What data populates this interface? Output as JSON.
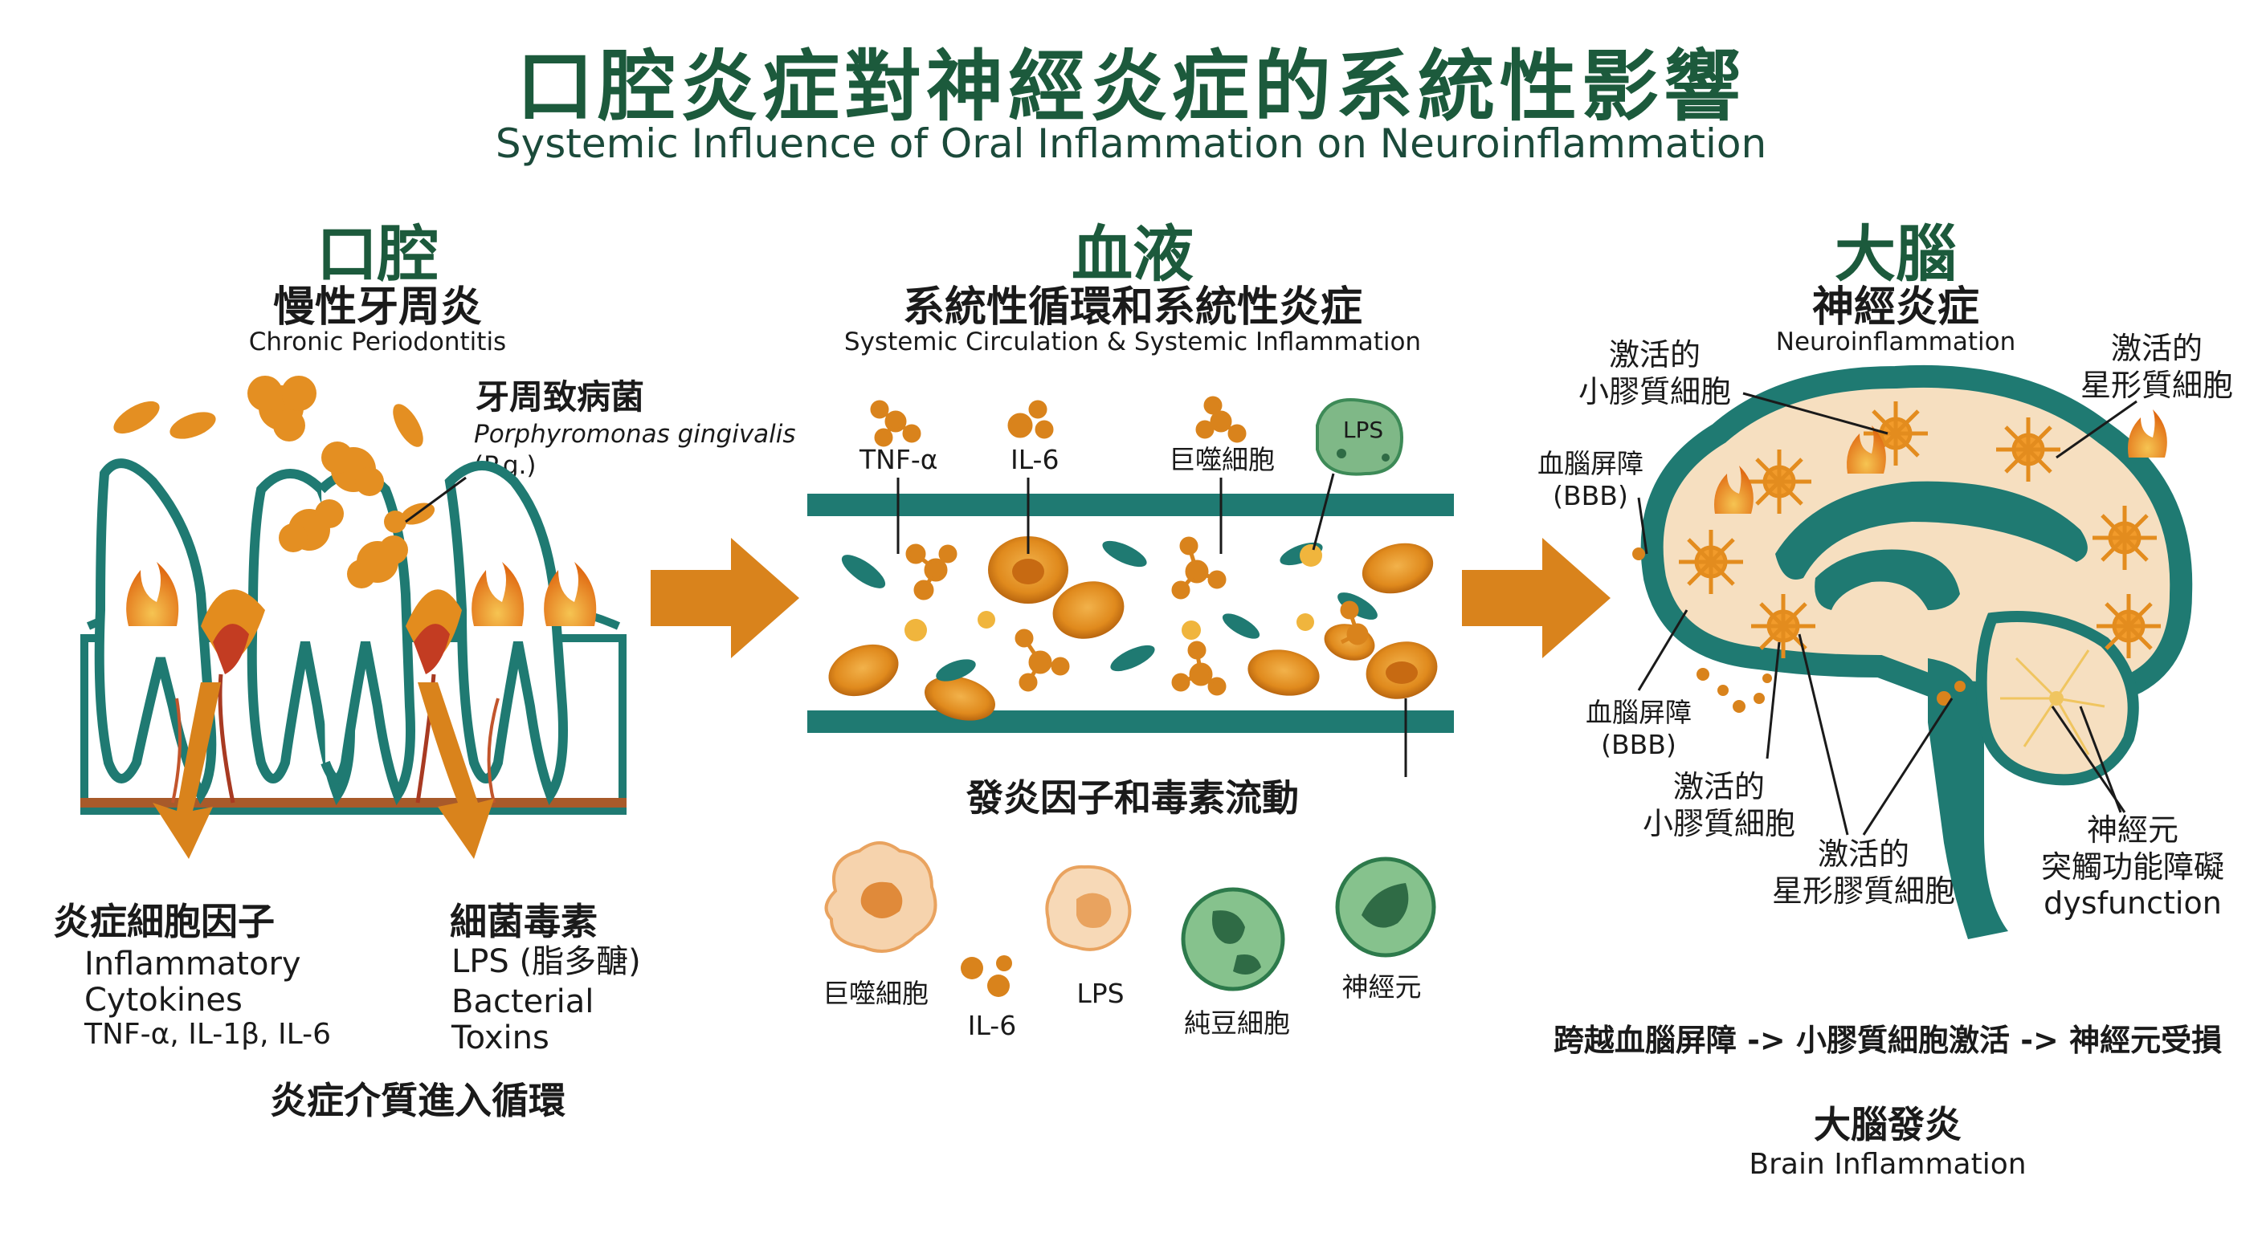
{
  "title": "口腔炎症對神經炎症的系統性影響",
  "subtitle": "Systemic Influence of Oral Inflammation on Neuroinflammation",
  "oral": {
    "title": "口腔",
    "subtitle": "慢性牙周炎",
    "subtitle_en": "Chronic Periodontitis",
    "pathogen_label": "牙周致病菌",
    "pathogen_name": "Porphyromonas gingivalis",
    "pathogen_abbr": "(P.g.)",
    "cytokines_title": "炎症細胞因子",
    "cytokines_en_1": "Inflammatory",
    "cytokines_en_2": "Cytokines",
    "cytokines_list": "TNF-α, IL-1β, IL-6",
    "toxins_title": "細菌毒素",
    "toxins_lps": "LPS (脂多醣)",
    "toxins_en_1": "Bacterial",
    "toxins_en_2": "Toxins",
    "footer": "炎症介質進入循環"
  },
  "blood": {
    "title": "血液",
    "subtitle": "系統性循環和系統性炎症",
    "subtitle_en": "Systemic Circulation & Systemic Inflammation",
    "label_tnf": "TNF-α",
    "label_il6": "IL-6",
    "label_macrophage": "巨噬細胞",
    "label_lps": "LPS",
    "flow_caption": "發炎因子和毒素流動",
    "legend": {
      "macrophage": "巨噬細胞",
      "il6": "IL-6",
      "lps": "LPS",
      "neutrophil": "純豆細胞",
      "neuron": "神經元"
    }
  },
  "brain": {
    "title": "大腦",
    "subtitle": "神經炎症",
    "subtitle_en": "Neuroinflammation",
    "microglia_top": "激活的\n小膠質細胞",
    "astro_top": "激活的\n星形質細胞",
    "bbb_top": "血腦屏障\n(BBB)",
    "bbb_bottom": "血腦屏障\n(BBB)",
    "microglia_bottom": "激活的\n小膠質細胞",
    "astro_bottom": "激活的\n星形膠質細胞",
    "neuron_dys": "神經元\n突觸功能障礙\ndysfunction",
    "pathway": "跨越血腦屏障 -> 小膠質細胞激活 -> 神經元受損",
    "footer": "大腦發炎",
    "footer_en": "Brain Inflammation"
  },
  "colors": {
    "teal": "#1f7a72",
    "orange": "#d9891d",
    "gold": "#e9a83a",
    "green_dark": "#1c5a3c",
    "beige": "#f6dfc0"
  }
}
